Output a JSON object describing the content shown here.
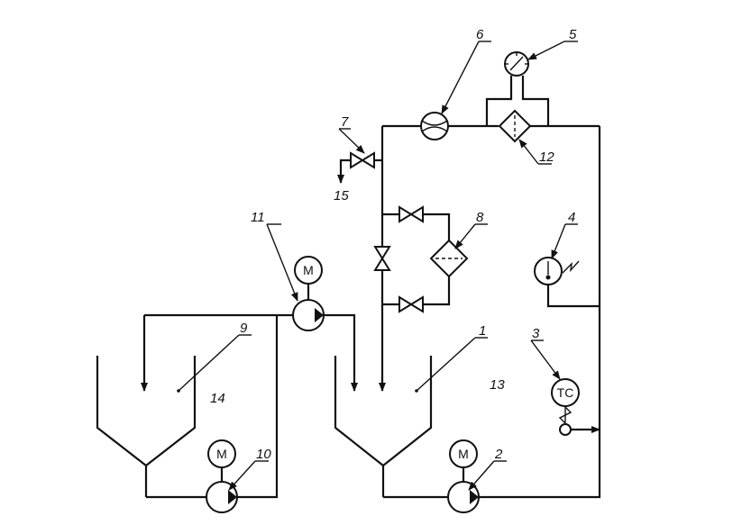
{
  "labels": {
    "n1": "1",
    "n2": "2",
    "n3": "3",
    "n4": "4",
    "n5": "5",
    "n6": "6",
    "n7": "7",
    "n8": "8",
    "n9": "9",
    "n10": "10",
    "n11": "11",
    "n12": "12",
    "n13": "13",
    "n14": "14",
    "n15": "15"
  },
  "symbols": {
    "motor": "M",
    "temp_controller": "TC"
  },
  "icons": [
    "motor-icon",
    "pump-icon",
    "valve-icon",
    "filter-icon",
    "flow-meter-icon",
    "pressure-gauge-icon",
    "thermometer-icon",
    "temperature-controller-icon",
    "tank-icon",
    "arrow-icon"
  ]
}
